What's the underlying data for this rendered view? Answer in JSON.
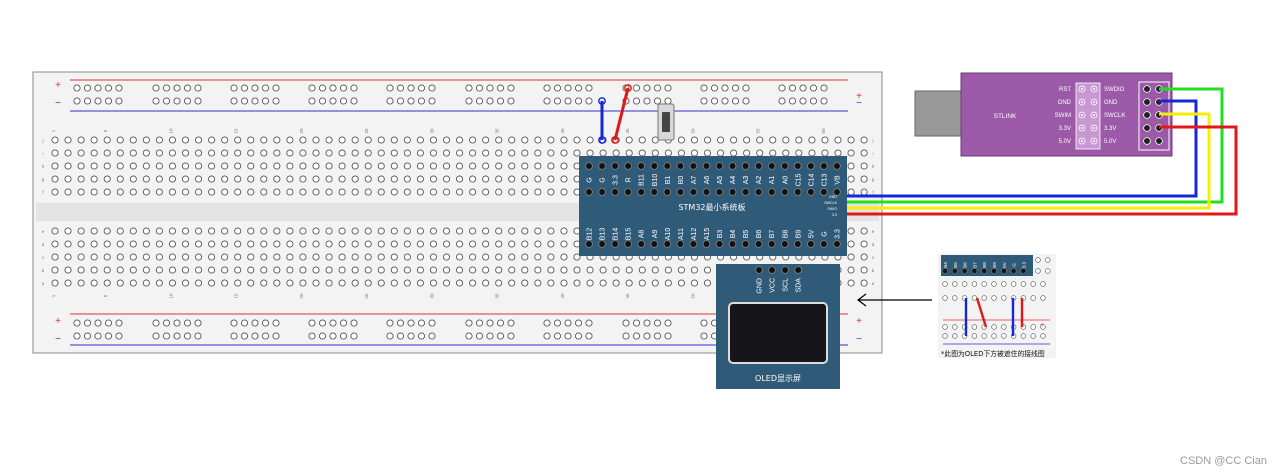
{
  "breadboard": {
    "rail_plus": "+",
    "rail_minus": "−",
    "col_numbers": [
      "1",
      "5",
      "10",
      "15",
      "20",
      "25",
      "30",
      "35",
      "40",
      "45",
      "50",
      "55",
      "60"
    ],
    "row_letters_top": [
      "j",
      "i",
      "h",
      "g",
      "f"
    ],
    "row_letters_bottom": [
      "e",
      "d",
      "c",
      "b",
      "a"
    ]
  },
  "stm32": {
    "title": "STM32最小系统板",
    "top_pins": [
      "G",
      "G",
      "3.3",
      "R",
      "B11",
      "B10",
      "B1",
      "B0",
      "A7",
      "A6",
      "A5",
      "A4",
      "A3",
      "A2",
      "A1",
      "A0",
      "C15",
      "C14",
      "C13",
      "VB"
    ],
    "bottom_pins": [
      "B12",
      "B13",
      "B14",
      "B15",
      "A8",
      "A9",
      "A10",
      "A11",
      "A12",
      "A15",
      "B3",
      "B4",
      "B5",
      "B6",
      "B7",
      "B8",
      "B9",
      "5V",
      "G",
      "3.3"
    ],
    "side_labels": [
      "GND",
      "SWCLK",
      "SWIO",
      "3.3"
    ],
    "board_color": "#2f5a78"
  },
  "oled": {
    "title": "OLED显示屏",
    "pins": [
      "GND",
      "VCC",
      "SCL",
      "SDA"
    ],
    "board_color": "#2f5a78",
    "screen_color": "#16161a"
  },
  "stlink": {
    "name": "STLINK",
    "left_labels": [
      "RST",
      "GND",
      "SWIM",
      "3.3V",
      "5.0V"
    ],
    "right_labels": [
      "SWDIO",
      "GND",
      "SWCLK",
      "3.3V",
      "5.0V"
    ],
    "body_color": "#9b59a8"
  },
  "inset": {
    "pins": [
      "B4",
      "B5",
      "B6",
      "B7",
      "B8",
      "B9",
      "5V",
      "G",
      "3.3"
    ],
    "caption": "*此图为OLED下方被遮住的接线图",
    "plus": "+"
  },
  "wire_colors": {
    "blue": "#1428d8",
    "red": "#e01818",
    "green": "#22dd22",
    "yellow": "#f5ee00"
  },
  "watermark": "CSDN @CC Cian"
}
